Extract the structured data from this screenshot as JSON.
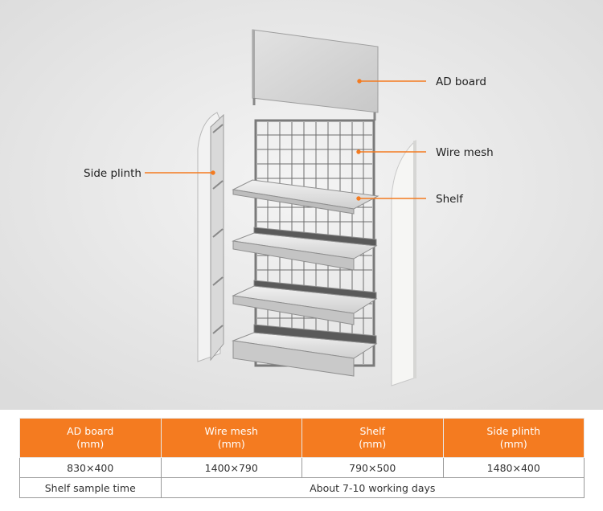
{
  "callouts": {
    "ad_board": "AD board",
    "wire_mesh": "Wire mesh",
    "shelf": "Shelf",
    "side_plinth": "Side plinth"
  },
  "table": {
    "headers": [
      {
        "name": "AD board",
        "unit": "(mm)"
      },
      {
        "name": "Wire mesh",
        "unit": "(mm)"
      },
      {
        "name": "Shelf",
        "unit": "(mm)"
      },
      {
        "name": "Side plinth",
        "unit": "(mm)"
      }
    ],
    "dimensions": [
      "830×400",
      "1400×790",
      "790×500",
      "1480×400"
    ],
    "sample_label": "Shelf sample time",
    "sample_value": "About 7-10 working days"
  },
  "colors": {
    "accent": "#f47b20",
    "leader": "#f47b20"
  }
}
